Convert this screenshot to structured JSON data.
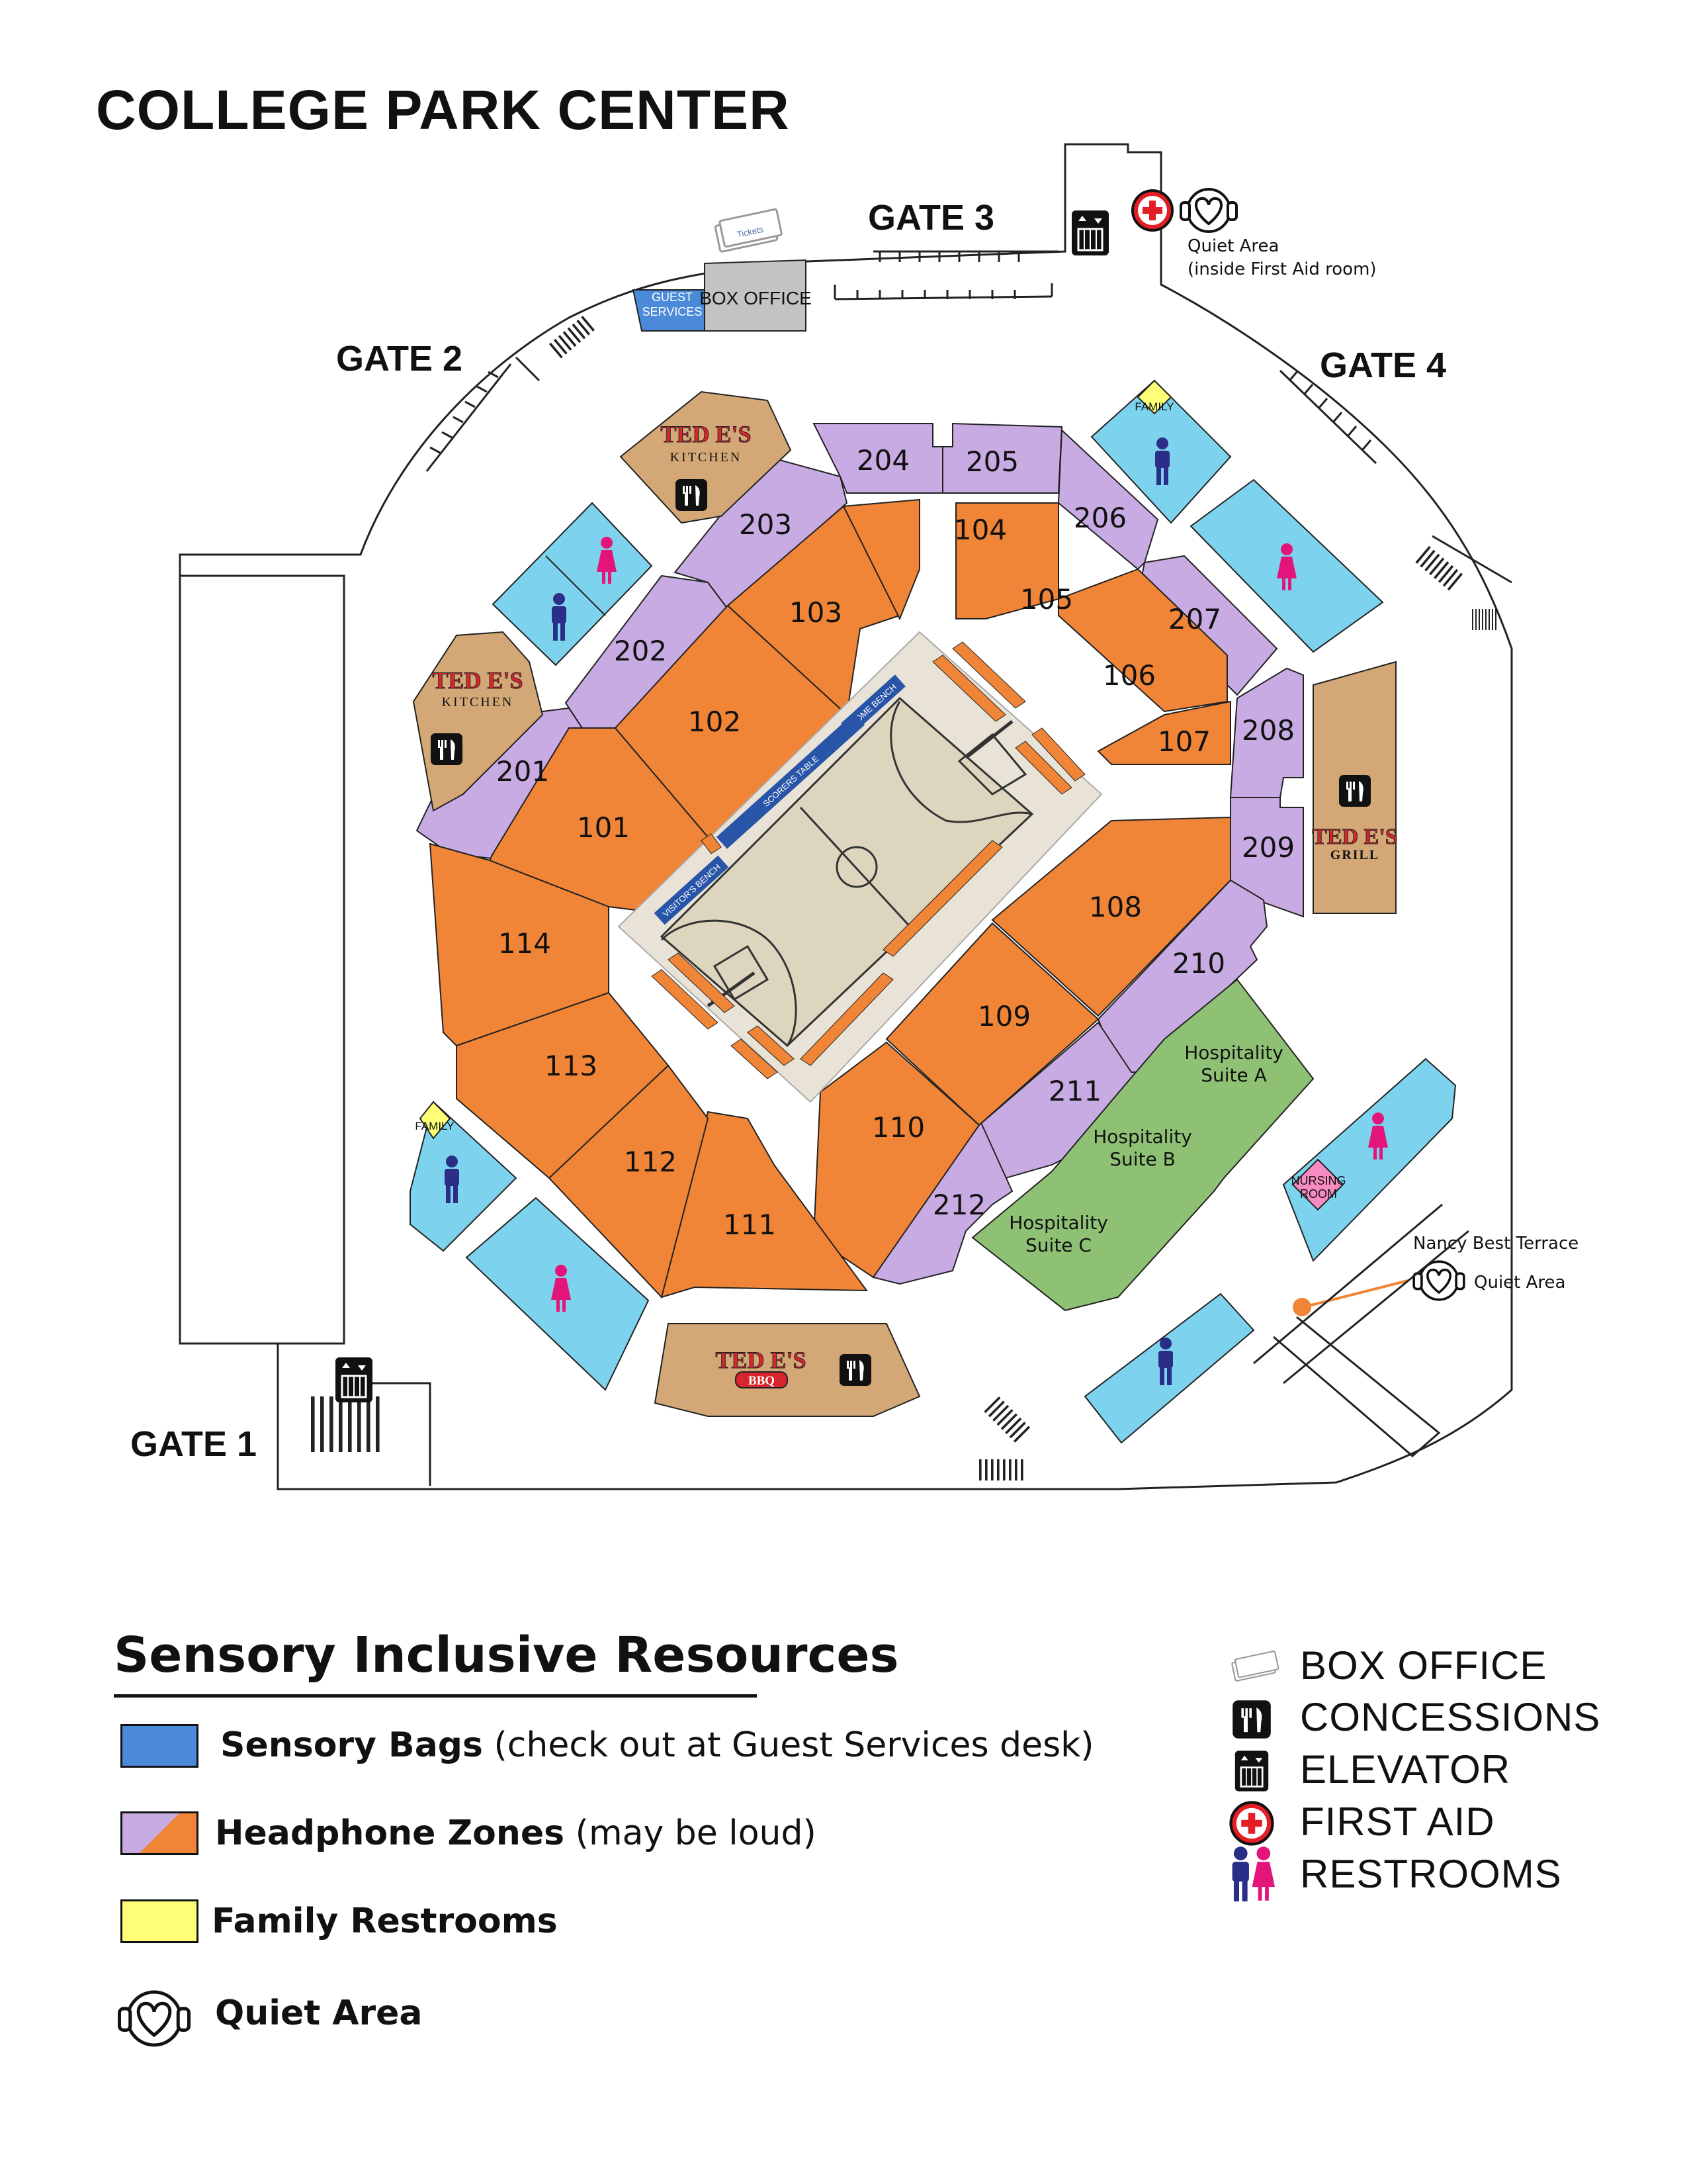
{
  "title": "COLLEGE PARK CENTER",
  "gates": {
    "gate1": "GATE 1",
    "gate2": "GATE 2",
    "gate3": "GATE 3",
    "gate4": "GATE 4"
  },
  "labels": {
    "guest_services_line1": "GUEST",
    "guest_services_line2": "SERVICES",
    "box_office": "BOX OFFICE",
    "tickets": "Tickets",
    "quiet_area_top": "Quiet Area",
    "quiet_area_top_note": "(inside First Aid room)",
    "nancy_best_terrace": "Nancy Best Terrace",
    "quiet_area_terrace": "Quiet Area",
    "nursing_room_line1": "NURSING",
    "nursing_room_line2": "ROOM",
    "family": "FAMILY",
    "hospitality_a_line1": "Hospitality",
    "hospitality_a_line2": "Suite A",
    "hospitality_b_line1": "Hospitality",
    "hospitality_b_line2": "Suite B",
    "hospitality_c_line1": "Hospitality",
    "hospitality_c_line2": "Suite C",
    "teds_brand": "TED E'S",
    "teds_kitchen": "KITCHEN",
    "teds_grill": "GRILL",
    "teds_bbq": "BBQ",
    "home_bench": "HOME BENCH",
    "scorers_table": "SCORERS TABLE",
    "visitors_bench": "VISITOR'S BENCH"
  },
  "sections": {
    "s101": "101",
    "s102": "102",
    "s103": "103",
    "s104": "104",
    "s105": "105",
    "s106": "106",
    "s107": "107",
    "s108": "108",
    "s109": "109",
    "s110": "110",
    "s111": "111",
    "s112": "112",
    "s113": "113",
    "s114": "114",
    "s201": "201",
    "s202": "202",
    "s203": "203",
    "s204": "204",
    "s205": "205",
    "s206": "206",
    "s207": "207",
    "s208": "208",
    "s209": "209",
    "s210": "210",
    "s211": "211",
    "s212": "212"
  },
  "legend": {
    "heading": "Sensory Inclusive Resources",
    "items": [
      {
        "bold": "Sensory Bags",
        "rest": " (check out at Guest Services desk)"
      },
      {
        "bold": "Headphone Zones",
        "rest": " (may be loud)"
      },
      {
        "bold": "Family Restrooms",
        "rest": ""
      },
      {
        "bold": "Quiet Area",
        "rest": ""
      }
    ]
  },
  "key": {
    "box_office": "BOX OFFICE",
    "concessions": "CONCESSIONS",
    "elevator": "ELEVATOR",
    "first_aid": "FIRST AID",
    "restrooms": "RESTROOMS"
  },
  "colors": {
    "lower_bowl": "#F08537",
    "upper_bowl": "#C8ABE3",
    "court": "#DDD5BE",
    "court_surround": "#E8E3D6",
    "restroom": "#7DD3EE",
    "family": "#FFFF77",
    "hospitality": "#8FC175",
    "concession": "#D3A876",
    "guest_services": "#4A8AD9",
    "box_office": "#C3C3C3",
    "nursing": "#F58BC0",
    "men_icon": "#2B2E86",
    "women_icon": "#E4157A",
    "first_aid": "#E31E24"
  }
}
